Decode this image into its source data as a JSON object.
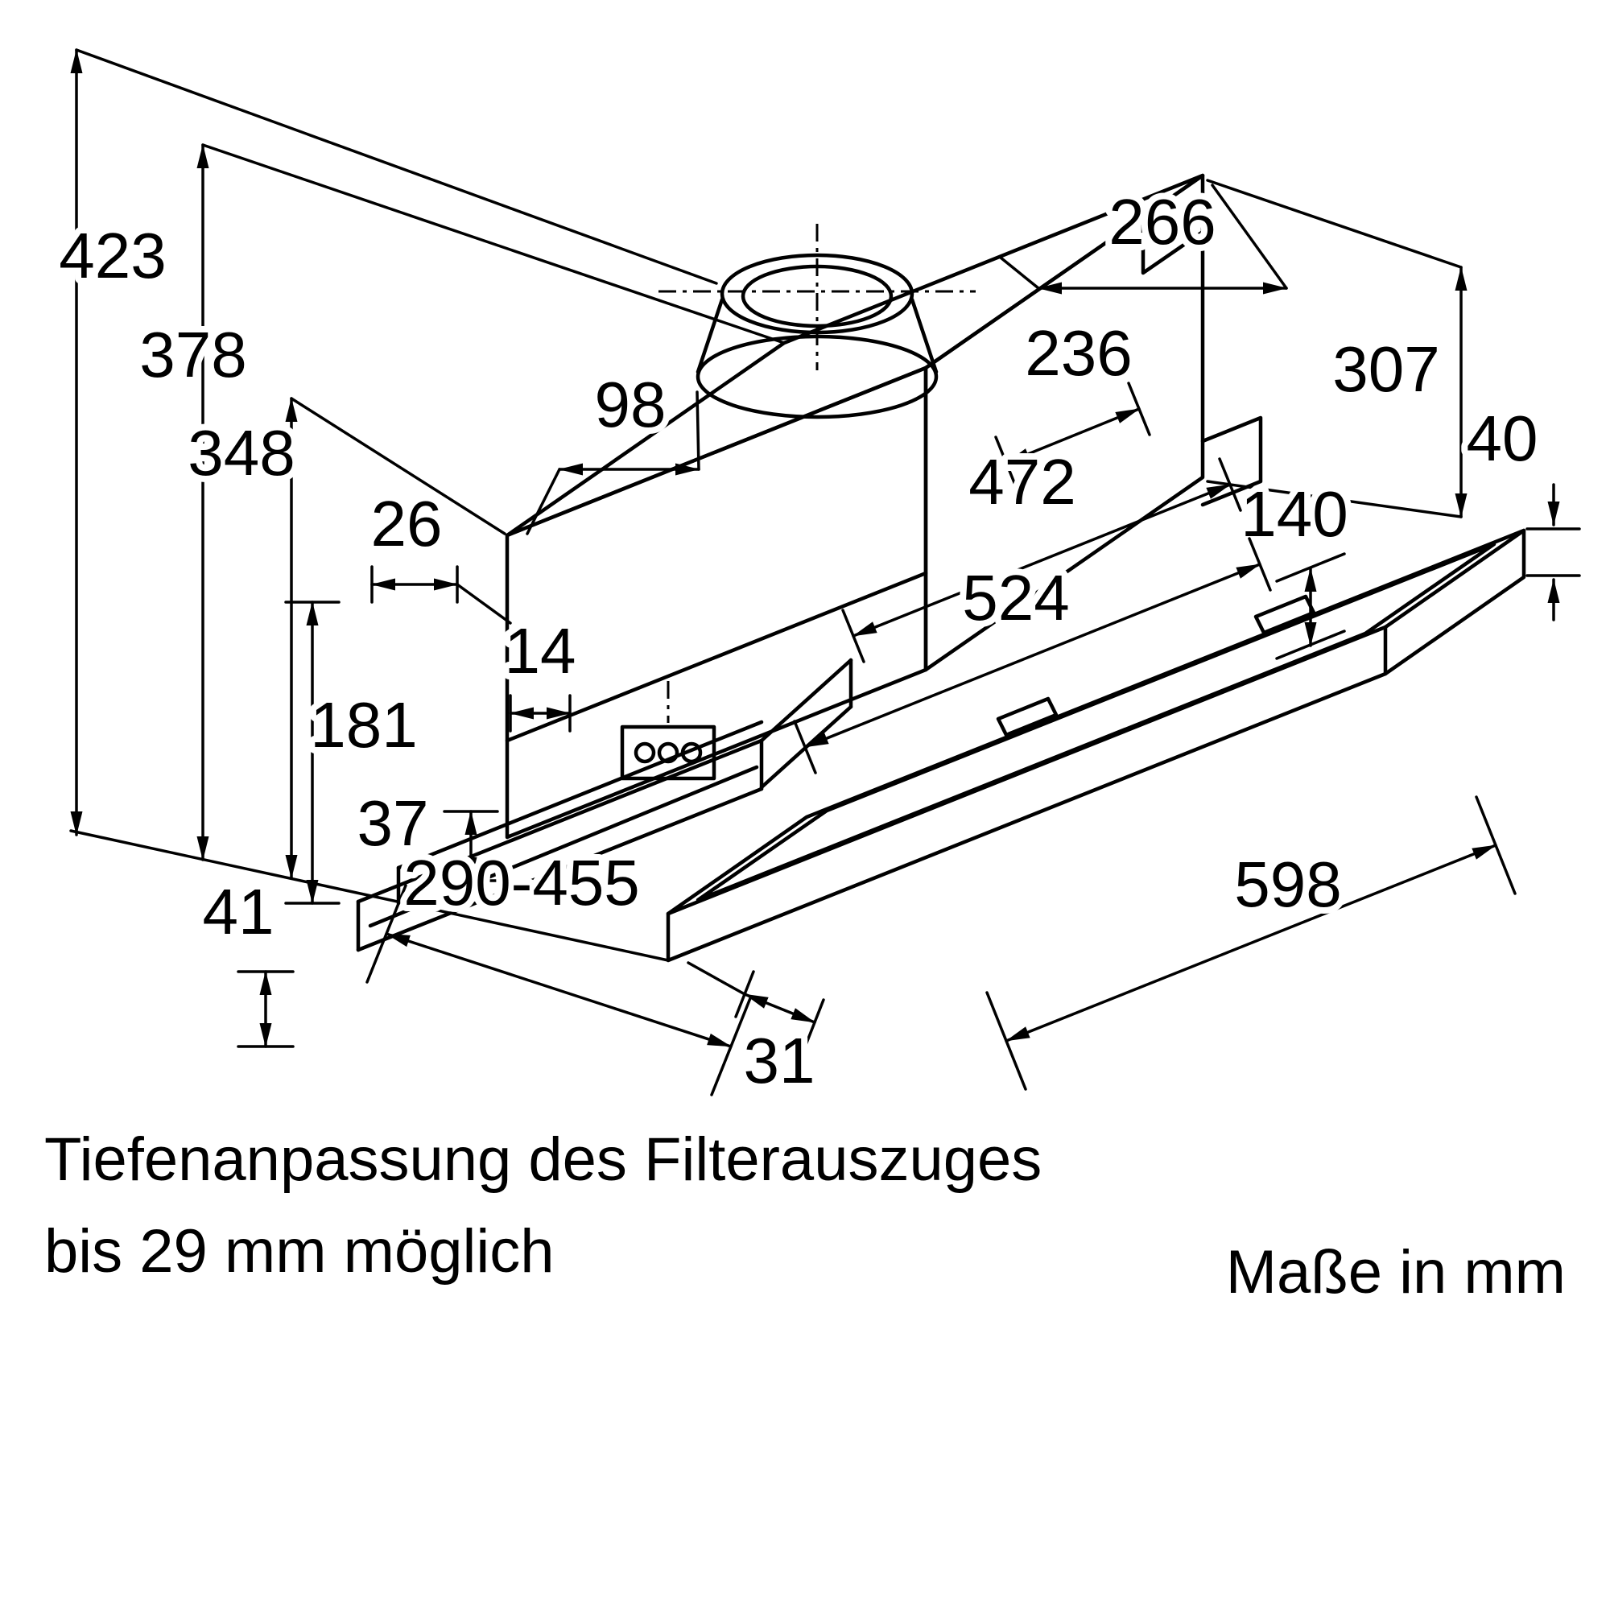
{
  "dimension_labels": {
    "d423": "423",
    "d378": "378",
    "d348": "348",
    "d181": "181",
    "d37": "37",
    "d26": "26",
    "d14": "14",
    "d41": "41",
    "d98": "98",
    "d266": "266",
    "d236": "236",
    "d307": "307",
    "d472": "472",
    "d140": "140",
    "d524": "524",
    "d40": "40",
    "d598": "598",
    "d290_455": "290-455",
    "d31": "31"
  },
  "notes": {
    "depth_adjustment_line1": "Tiefenanpassung des Filterauszuges",
    "depth_adjustment_line2": "bis 29 mm möglich",
    "units_note": "Maße in mm"
  },
  "colors": {
    "line": "#000000",
    "background": "#ffffff"
  }
}
